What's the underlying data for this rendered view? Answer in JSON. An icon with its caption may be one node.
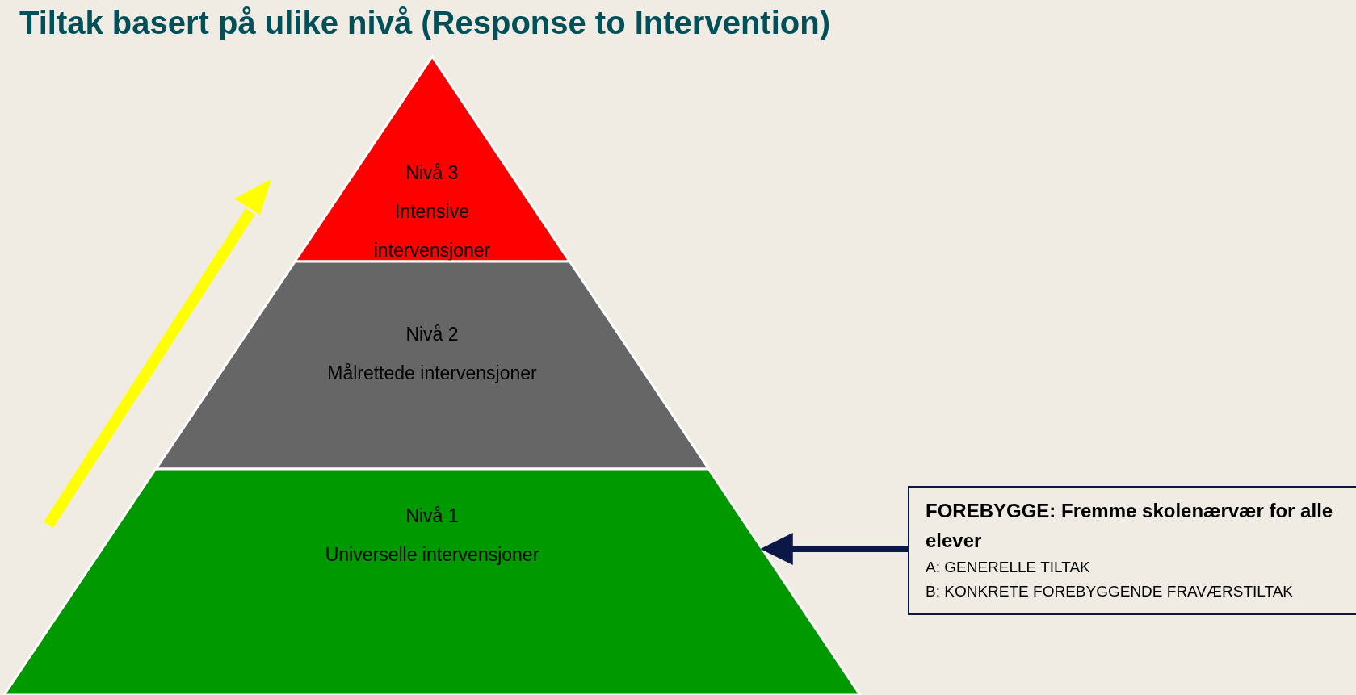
{
  "diagram": {
    "title": "Tiltak basert på ulike nivå (Response to Intervention)",
    "nodes": [
      {
        "text": [
          "Nivå 3",
          "Intensive intervensjoner"
        ]
      },
      {
        "text": [
          "Nivå 2",
          "Målrettede intervensjoner"
        ]
      },
      {
        "text": [
          "Nivå 1",
          "Universelle intervensjoner"
        ]
      },
      {
        "text": [
          "FOREBYGGE: Fremme skolenærvær for alle elever",
          "A: GENERELLE TILTAK",
          "B: KONKRETE FOREBYGGENDE FRAVÆRSTILTAK"
        ]
      }
    ],
    "edges": [
      {
        "from": 3,
        "to": 2,
        "arrow": "to"
      }
    ]
  }
}
